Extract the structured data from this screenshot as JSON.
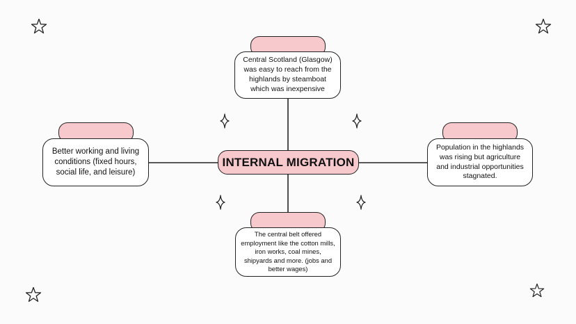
{
  "diagram": {
    "center_label": "INTERNAL MIGRATION",
    "nodes": {
      "top": "Central Scotland (Glasgow) was easy to reach from the highlands by steamboat which was inexpensive",
      "left": "Better working and living conditions (fixed hours, social life, and leisure)",
      "right": "Population in the highlands was rising but agriculture and industrial opportunities stagnated.",
      "bottom": "The central belt offered employment like the cotton mills, iron works, coal mines, shipyards and more. (jobs and better wages)"
    }
  },
  "colors": {
    "accent_pink": "#f7c9cd",
    "outline": "#222222",
    "background": "#fbfbfb"
  },
  "decorations": {
    "corner_icon": "star-outline-icon",
    "sparkle_icon": "four-point-sparkle-icon"
  }
}
